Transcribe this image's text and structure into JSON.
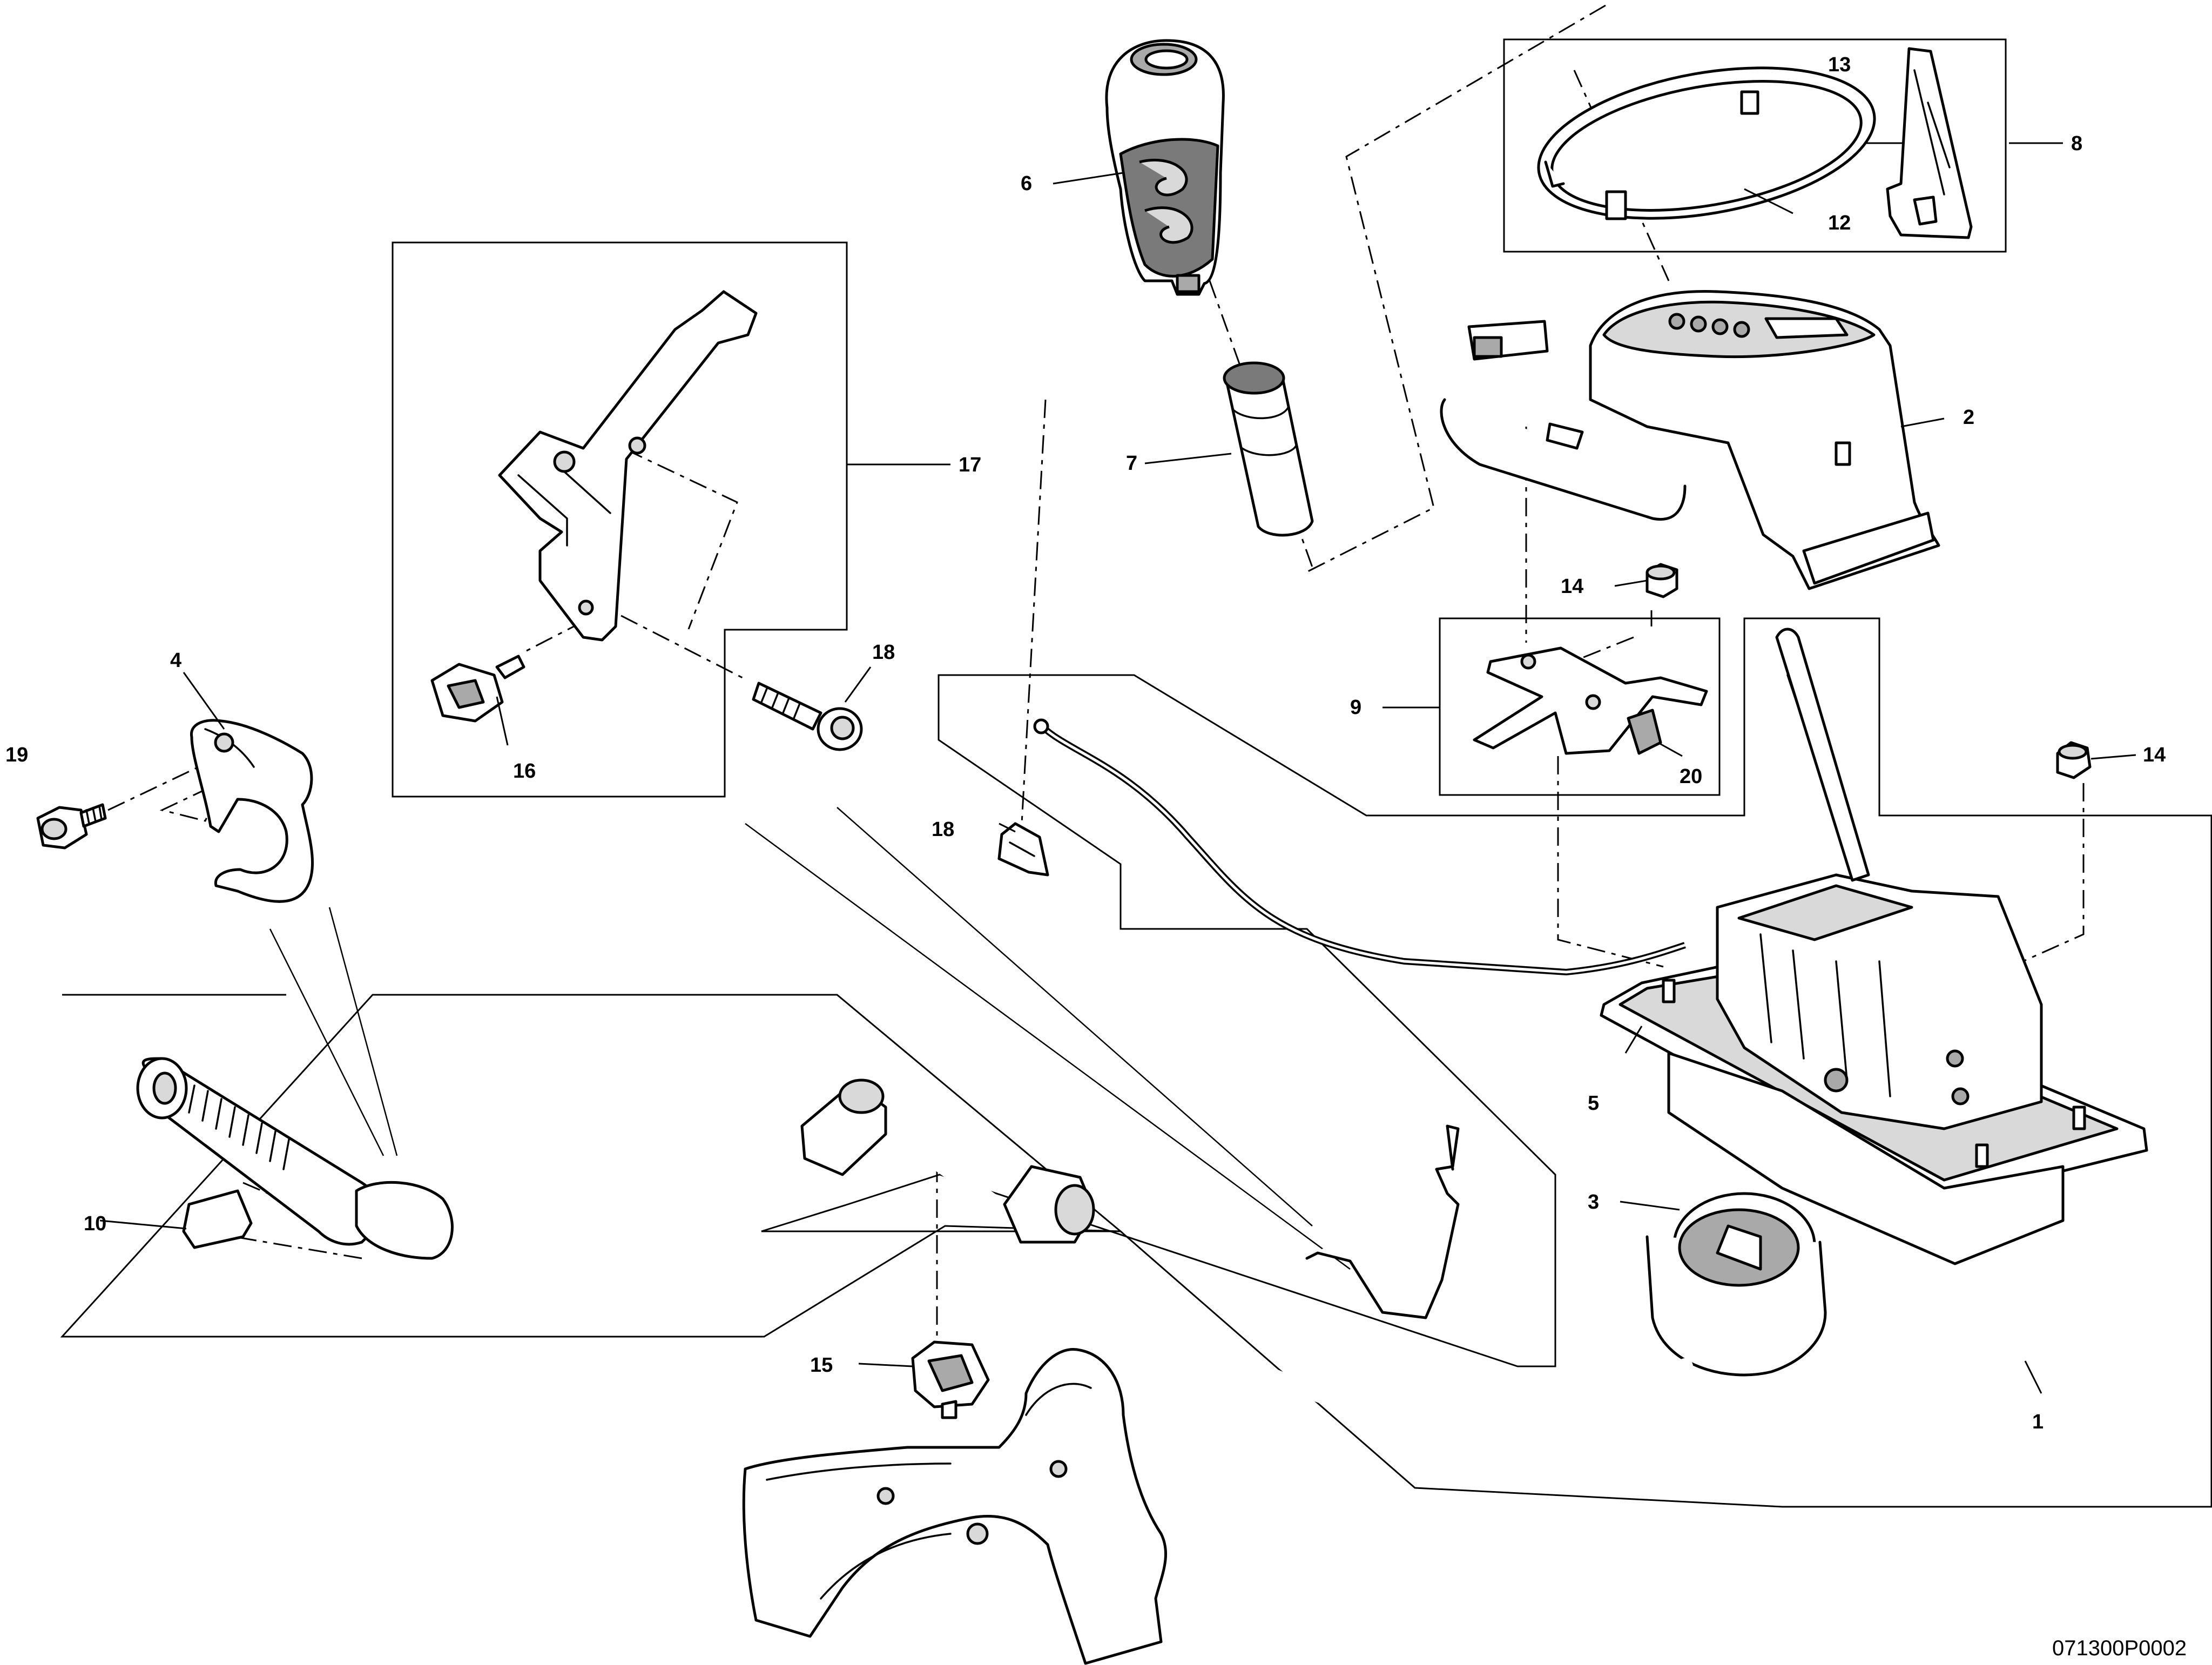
{
  "diagram": {
    "reference_code": "071300P0002",
    "callouts": [
      "1",
      "2",
      "3",
      "4",
      "5",
      "6",
      "7",
      "8",
      "9",
      "10",
      "12",
      "13",
      "14",
      "15",
      "16",
      "17",
      "18",
      "19",
      "20"
    ],
    "callout_14_second": "14",
    "callout_15_second": "15"
  }
}
